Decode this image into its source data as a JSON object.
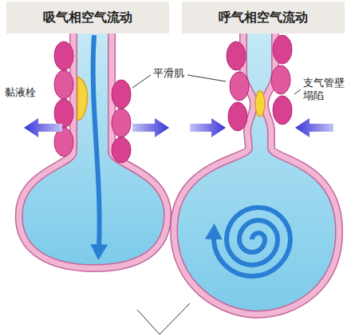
{
  "diagram": {
    "nodes": [
      {
        "text": [
          "吸气相空气流动"
        ]
      },
      {
        "text": [
          "呼气相空气流动"
        ]
      }
    ],
    "labels": [
      "黏液栓",
      "平滑肌",
      "支气管壁 塌陷"
    ]
  }
}
